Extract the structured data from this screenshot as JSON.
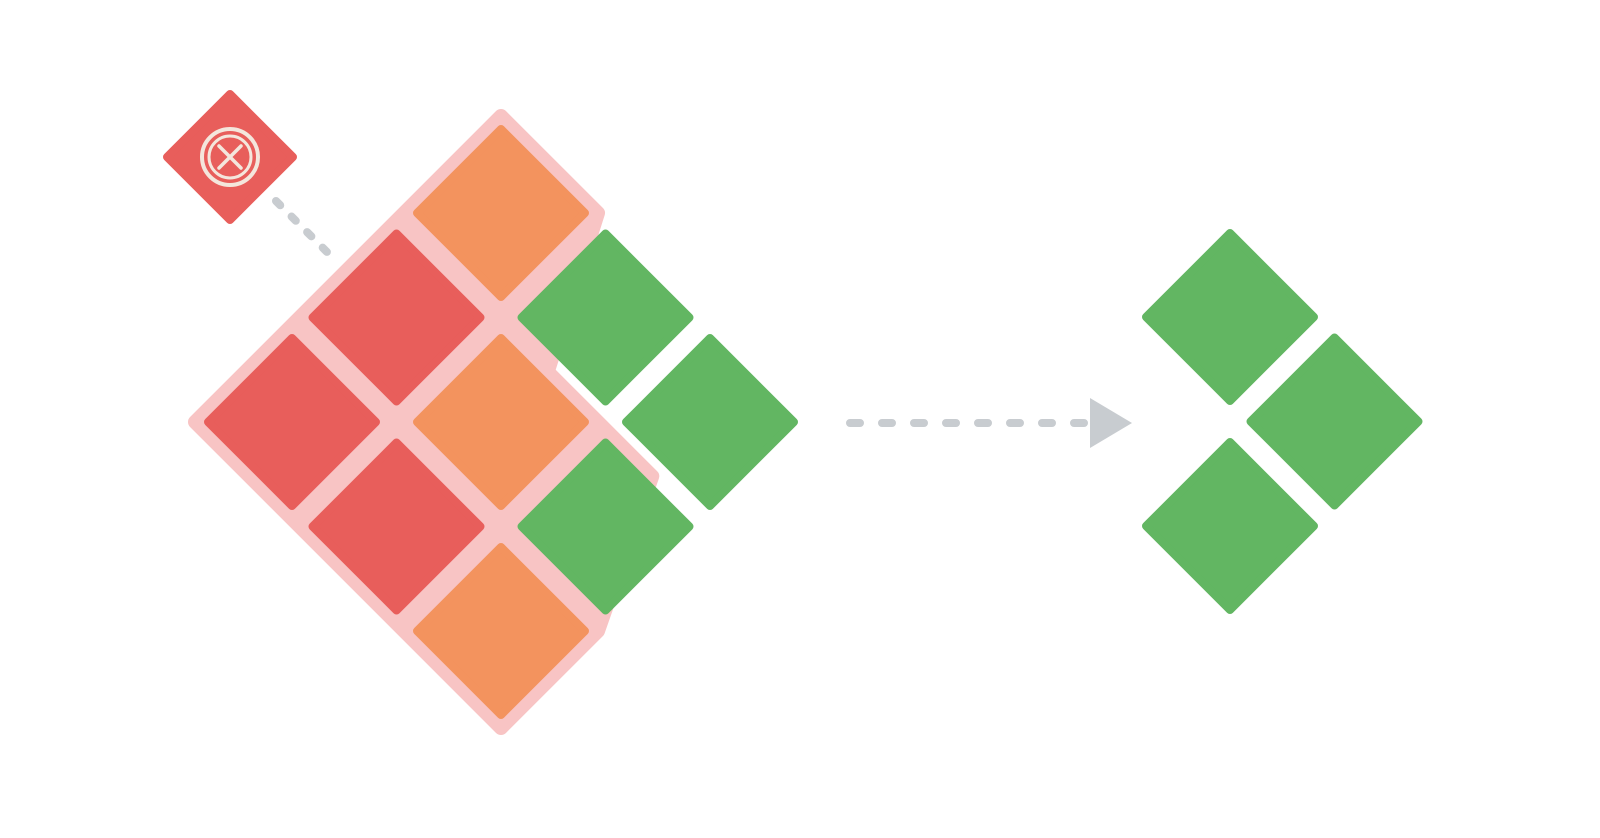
{
  "colors": {
    "red": "#E85E5B",
    "orange": "#F3935E",
    "green": "#62B662",
    "highlight": "#F8C4C4",
    "connector": "#C8CCD0",
    "icon_stroke": "#F4E6DC",
    "background": "#FFFFFF"
  },
  "diagram": {
    "removal_marker": {
      "color": "red",
      "icon": "circle-x-icon"
    },
    "source_grid": {
      "highlighted": true,
      "tiles": [
        {
          "row": 0,
          "col": 0,
          "color": "red"
        },
        {
          "row": 0,
          "col": 1,
          "color": "red"
        },
        {
          "row": 0,
          "col": 2,
          "color": "orange"
        },
        {
          "row": 1,
          "col": 0,
          "color": "red"
        },
        {
          "row": 1,
          "col": 1,
          "color": "orange"
        },
        {
          "row": 1,
          "col": 2,
          "color": "green"
        },
        {
          "row": 2,
          "col": 0,
          "color": "orange"
        },
        {
          "row": 2,
          "col": 1,
          "color": "green"
        },
        {
          "row": 2,
          "col": 2,
          "color": "green"
        }
      ]
    },
    "transition_arrow": {
      "style": "dashed",
      "icon": "arrow-right-icon"
    },
    "result_grid": {
      "tiles": [
        {
          "row": 1,
          "col": 2,
          "color": "green"
        },
        {
          "row": 2,
          "col": 1,
          "color": "green"
        },
        {
          "row": 2,
          "col": 2,
          "color": "green"
        }
      ]
    }
  }
}
